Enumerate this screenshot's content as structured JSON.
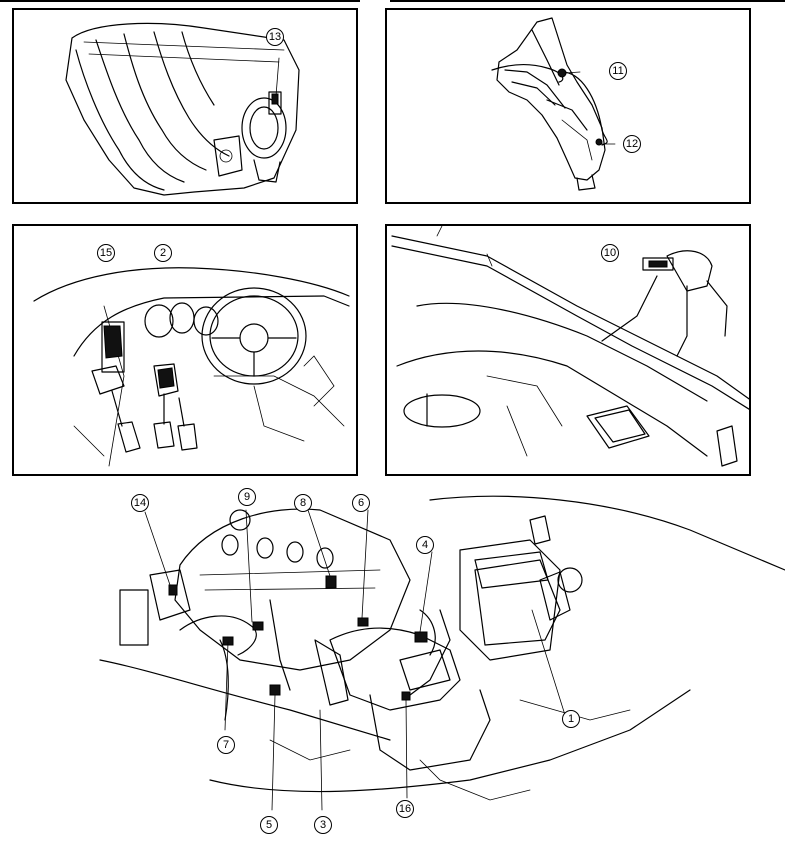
{
  "diagram": {
    "panels": [
      {
        "id": "intake-manifold-panel",
        "callouts": [
          "13"
        ]
      },
      {
        "id": "exhaust-manifold-panel",
        "callouts": [
          "11",
          "12"
        ]
      },
      {
        "id": "pedal-panel",
        "callouts": [
          "15",
          "2"
        ]
      },
      {
        "id": "firewall-panel",
        "callouts": [
          "10"
        ]
      }
    ],
    "engine_view": {
      "callouts": [
        "14",
        "9",
        "8",
        "6",
        "4",
        "1",
        "7",
        "5",
        "3",
        "16"
      ]
    }
  }
}
